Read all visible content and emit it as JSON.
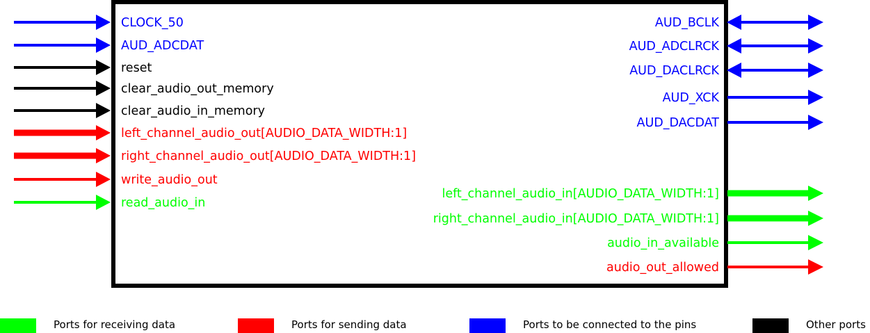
{
  "colors": {
    "blue": "#0000ff",
    "black": "#000000",
    "red": "#ff0000",
    "green": "#00ff00"
  },
  "inputs": [
    {
      "label": "CLOCK_50",
      "color": "blue",
      "bus": false
    },
    {
      "label": "AUD_ADCDAT",
      "color": "blue",
      "bus": false
    },
    {
      "label": "reset",
      "color": "black",
      "bus": false
    },
    {
      "label": "clear_audio_out_memory",
      "color": "black",
      "bus": false
    },
    {
      "label": "clear_audio_in_memory",
      "color": "black",
      "bus": false
    },
    {
      "label": "left_channel_audio_out[AUDIO_DATA_WIDTH:1]",
      "color": "red",
      "bus": true
    },
    {
      "label": "right_channel_audio_out[AUDIO_DATA_WIDTH:1]",
      "color": "red",
      "bus": true
    },
    {
      "label": "write_audio_out",
      "color": "red",
      "bus": false
    },
    {
      "label": "read_audio_in",
      "color": "green",
      "bus": false
    }
  ],
  "outputs": [
    {
      "label": "AUD_BCLK",
      "color": "blue",
      "bus": false,
      "bidirectional": true
    },
    {
      "label": "AUD_ADCLRCK",
      "color": "blue",
      "bus": false,
      "bidirectional": true
    },
    {
      "label": "AUD_DACLRCK",
      "color": "blue",
      "bus": false,
      "bidirectional": true
    },
    {
      "label": "AUD_XCK",
      "color": "blue",
      "bus": false,
      "bidirectional": false
    },
    {
      "label": "AUD_DACDAT",
      "color": "blue",
      "bus": false,
      "bidirectional": false
    },
    {
      "label": "left_channel_audio_in[AUDIO_DATA_WIDTH:1]",
      "color": "green",
      "bus": true,
      "bidirectional": false
    },
    {
      "label": "right_channel_audio_in[AUDIO_DATA_WIDTH:1]",
      "color": "green",
      "bus": true,
      "bidirectional": false
    },
    {
      "label": "audio_in_available",
      "color": "green",
      "bus": false,
      "bidirectional": false
    },
    {
      "label": "audio_out_allowed",
      "color": "red",
      "bus": false,
      "bidirectional": false
    }
  ],
  "legend": [
    {
      "label": "Ports for receiving data",
      "color": "green"
    },
    {
      "label": "Ports for sending data",
      "color": "red"
    },
    {
      "label": "Ports to be connected to the pins",
      "color": "blue"
    },
    {
      "label": "Other ports",
      "color": "black"
    }
  ]
}
